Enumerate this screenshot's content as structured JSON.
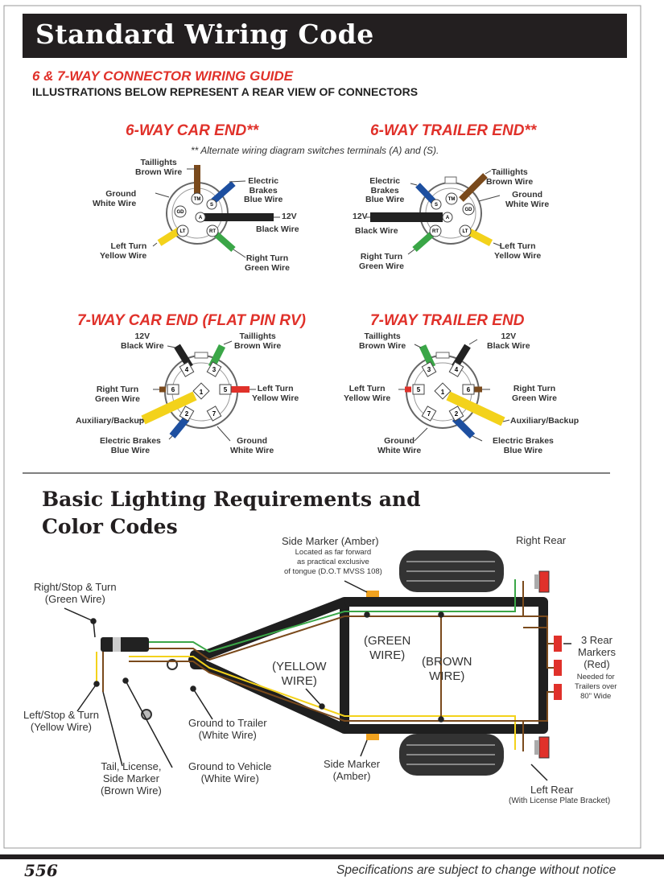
{
  "header": {
    "title": "Standard Wiring Code"
  },
  "guide": {
    "title": "6 & 7-WAY CONNECTOR WIRING GUIDE",
    "subtitle": "ILLUSTRATIONS BELOW REPRESENT A REAR VIEW OF CONNECTORS"
  },
  "six_car": {
    "title": "6-WAY CAR END**",
    "taillights": [
      "Taillights",
      "Brown Wire"
    ],
    "electric": [
      "Electric",
      "Brakes",
      "Blue Wire"
    ],
    "ground": [
      "Ground",
      "White Wire"
    ],
    "twelve_v": "12V",
    "black": "Black Wire",
    "left_turn": [
      "Left Turn",
      "Yellow Wire"
    ],
    "right_turn": [
      "Right Turn",
      "Green Wire"
    ],
    "pins": [
      "TM",
      "S",
      "GD",
      "A",
      "LT",
      "RT"
    ]
  },
  "six_trailer": {
    "title": "6-WAY TRAILER END**",
    "note": "** Alternate wiring diagram switches terminals (A) and (S).",
    "taillights": [
      "Taillights",
      "Brown Wire"
    ],
    "electric": [
      "Electric",
      "Brakes",
      "Blue Wire"
    ],
    "ground": [
      "Ground",
      "White Wire"
    ],
    "twelve_v": "12V",
    "black": "Black Wire",
    "left_turn": [
      "Left Turn",
      "Yellow Wire"
    ],
    "right_turn": [
      "Right Turn",
      "Green Wire"
    ],
    "pins": [
      "TM",
      "S",
      "GD",
      "A",
      "LT",
      "RT"
    ]
  },
  "seven_car": {
    "title": "7-WAY CAR END (FLAT PIN RV)",
    "twelve_v": [
      "12V",
      "Black Wire"
    ],
    "taillights": [
      "Taillights",
      "Brown Wire"
    ],
    "right_turn": [
      "Right Turn",
      "Green Wire"
    ],
    "left_turn": [
      "Left Turn",
      "Yellow Wire"
    ],
    "aux": "Auxiliary/Backup",
    "electric": [
      "Electric Brakes",
      "Blue Wire"
    ],
    "ground": [
      "Ground",
      "White Wire"
    ],
    "pins": [
      "1",
      "2",
      "3",
      "4",
      "5",
      "6",
      "7"
    ]
  },
  "seven_trailer": {
    "title": "7-WAY TRAILER END",
    "taillights": [
      "Taillights",
      "Brown Wire"
    ],
    "twelve_v": [
      "12V",
      "Black Wire"
    ],
    "left_turn": [
      "Left Turn",
      "Yellow Wire"
    ],
    "right_turn": [
      "Right Turn",
      "Green Wire"
    ],
    "aux": "Auxiliary/Backup",
    "ground": [
      "Ground",
      "White Wire"
    ],
    "electric": [
      "Electric Brakes",
      "Blue Wire"
    ],
    "pins": [
      "1",
      "2",
      "3",
      "4",
      "5",
      "6",
      "7"
    ]
  },
  "lighting": {
    "title_line1": "Basic Lighting Requirements and",
    "title_line2": "Color Codes",
    "side_marker_top": "Side Marker (Amber)",
    "side_marker_note": [
      "Located as far forward",
      "as practical exclusive",
      "of tongue (D.O.T MVSS 108)"
    ],
    "right_rear": "Right Rear",
    "right_stop": [
      "Right/Stop & Turn",
      "(Green Wire)"
    ],
    "green_wire": [
      "(GREEN",
      "WIRE)"
    ],
    "brown_wire": [
      "(BROWN",
      "WIRE)"
    ],
    "yellow_wire": [
      "(YELLOW",
      "WIRE)"
    ],
    "rear_markers": [
      "3 Rear",
      "Markers",
      "(Red)"
    ],
    "rear_markers_note": [
      "Needed for",
      "Trailers over",
      "80\" Wide"
    ],
    "left_stop": [
      "Left/Stop & Turn",
      "(Yellow Wire)"
    ],
    "ground_trailer": [
      "Ground to Trailer",
      "(White Wire)"
    ],
    "tail_license": [
      "Tail, License,",
      "Side Marker",
      "(Brown Wire)"
    ],
    "ground_vehicle": [
      "Ground to Vehicle",
      "(White Wire)"
    ],
    "side_marker_bottom": [
      "Side Marker",
      "(Amber)"
    ],
    "left_rear": "Left Rear",
    "left_rear_note": "(With License Plate Bracket)"
  },
  "footer": {
    "page": "556",
    "notice": "Specifications are subject to change without notice"
  },
  "colors": {
    "brown": "#7a4a1c",
    "blue": "#1d4fa0",
    "white": "#e8e8e8",
    "black": "#222222",
    "yellow": "#f3d21b",
    "green": "#3aa647",
    "red": "#e0312a",
    "amber": "#f0a21f"
  }
}
